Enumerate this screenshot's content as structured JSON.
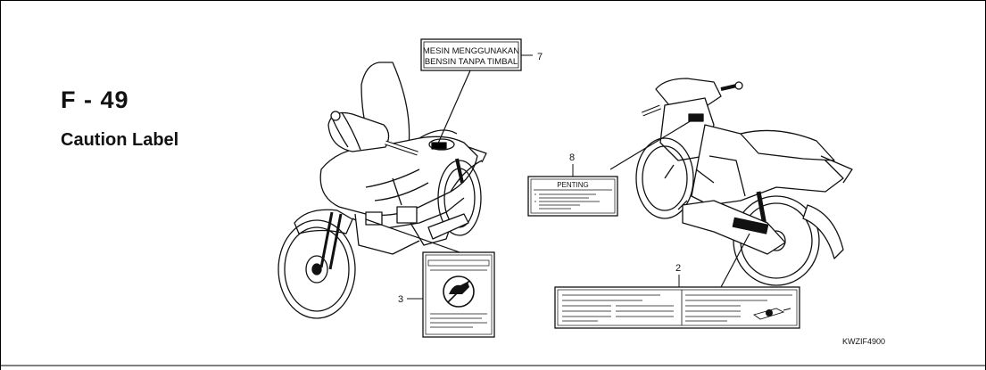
{
  "header": {
    "code": "F - 49",
    "title": "Caution Label"
  },
  "labels": {
    "fuel_label_line1": "MESIN MENGGUNAKAN",
    "fuel_label_line2": "BENSIN TANPA TIMBAL",
    "penting": "PENTING"
  },
  "callouts": {
    "c7": "7",
    "c8": "8",
    "c3": "3",
    "c2": "2"
  },
  "figure_code": "KWZIF4900"
}
